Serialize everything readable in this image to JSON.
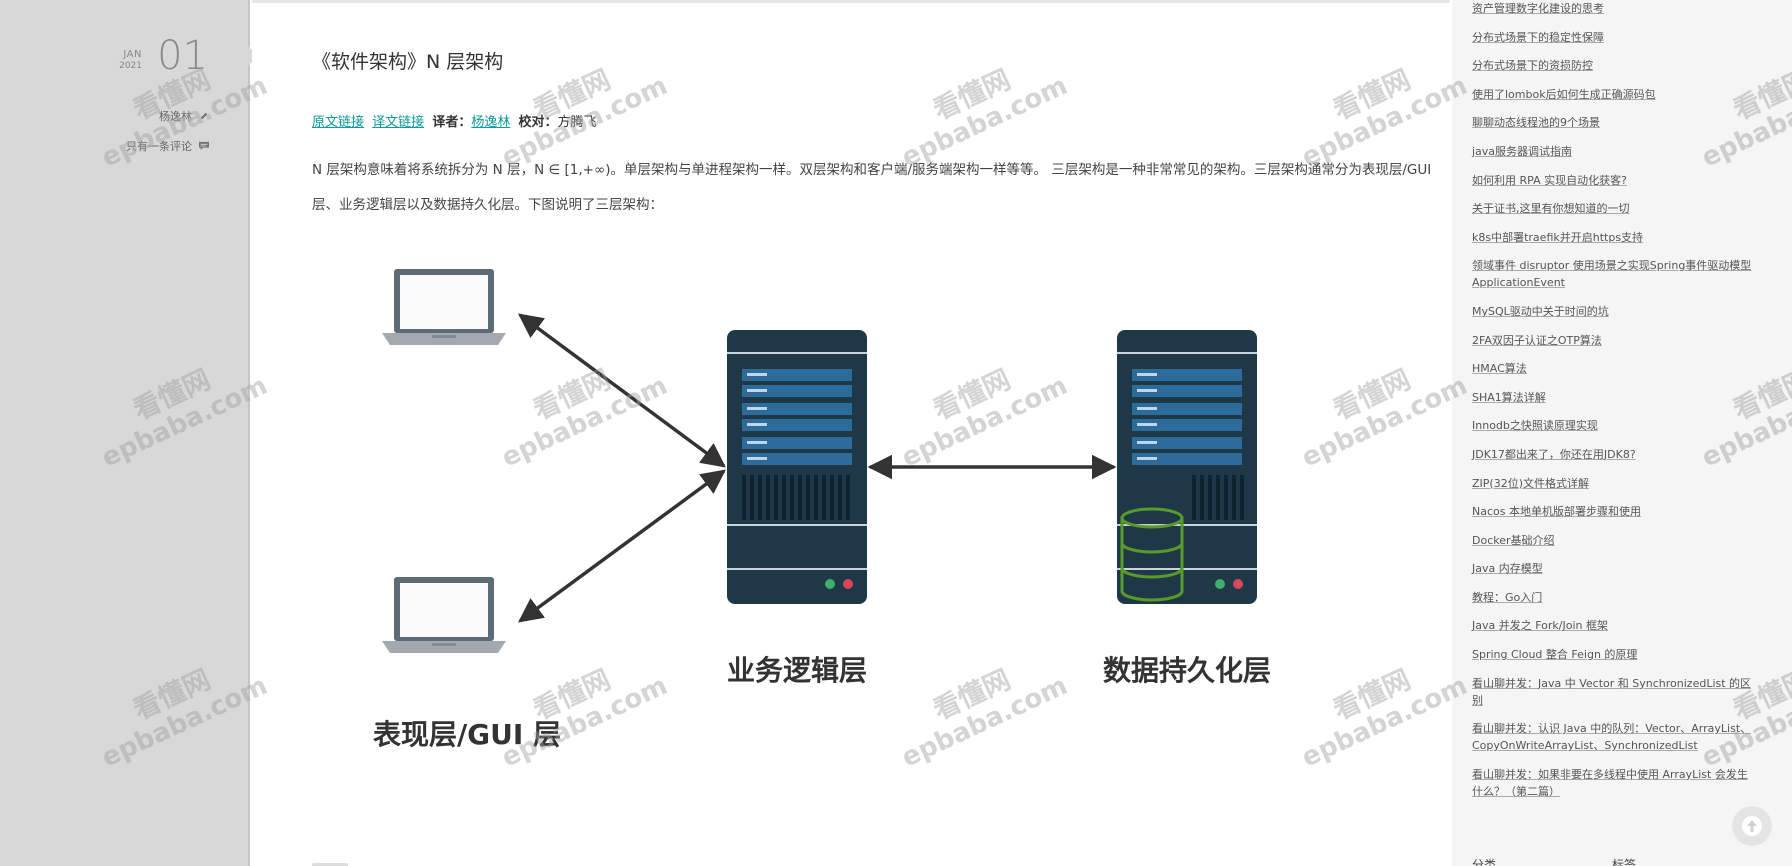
{
  "post": {
    "date": {
      "month": "JAN",
      "year": "2021",
      "day": "01"
    },
    "author": "杨逸林",
    "comments": "只有一条评论",
    "title": "《软件架构》N 层架构",
    "links": {
      "original": "原文链接",
      "translation": "译文链接",
      "translator_label": "译者：",
      "translator": "杨逸林",
      "proofreader_label": "校对：",
      "proofreader": "方腾飞"
    },
    "paragraph": "N 层架构意味着将系统拆分为 N 层，N ∈ [1,+∞)。单层架构与单进程架构一样。双层架构和客户端/服务端架构一样等等。 三层架构是一种非常常见的架构。三层架构通常分为表现层/GUI 层、业务逻辑层以及数据持久化层。下图说明了三层架构：",
    "diagram": {
      "label_presentation": "表现层/GUI 层",
      "label_business": "业务逻辑层",
      "label_data": "数据持久化层"
    }
  },
  "sidebar": {
    "recent": [
      "资产管理数字化建设的思考",
      "分布式场景下的稳定性保障",
      "分布式场景下的资损防控",
      "使用了lombok后如何生成正确源码包",
      "聊聊动态线程池的9个场景",
      "java服务器调试指南",
      "如何利用 RPA 实现自动化获客?",
      "关于证书,这里有你想知道的一切",
      "k8s中部署traefik并开启https支持",
      "领域事件 disruptor 使用场景之实现Spring事件驱动模型ApplicationEvent",
      "MySQL驱动中关于时间的坑",
      "2FA双因子认证之OTP算法",
      "HMAC算法",
      " SHA1算法详解",
      "Innodb之快照读原理实现",
      "JDK17都出来了，你还在用JDK8?",
      "ZIP(32位)文件格式详解",
      "Nacos 本地单机版部署步骤和使用",
      "Docker基础介绍",
      "Java 内存模型",
      "教程：Go入门",
      "Java 并发之 Fork/Join 框架",
      "Spring Cloud 整合 Feign 的原理",
      "看山聊并发：Java 中 Vector 和 SynchronizedList 的区别",
      "看山聊并发：认识 Java 中的队列：Vector、ArrayList、CopyOnWriteArrayList、SynchronizedList",
      "看山聊并发：如果非要在多线程中使用 ArrayList 会发生什么？（第二篇）"
    ],
    "heading_categories": "分类",
    "heading_tags": "标签"
  },
  "watermark": {
    "line1": "看懂网",
    "line2": "epbaba.com"
  },
  "colors": {
    "link": "#0b9b9b",
    "server": "#1f3847",
    "db_green": "#5a9a2a"
  }
}
